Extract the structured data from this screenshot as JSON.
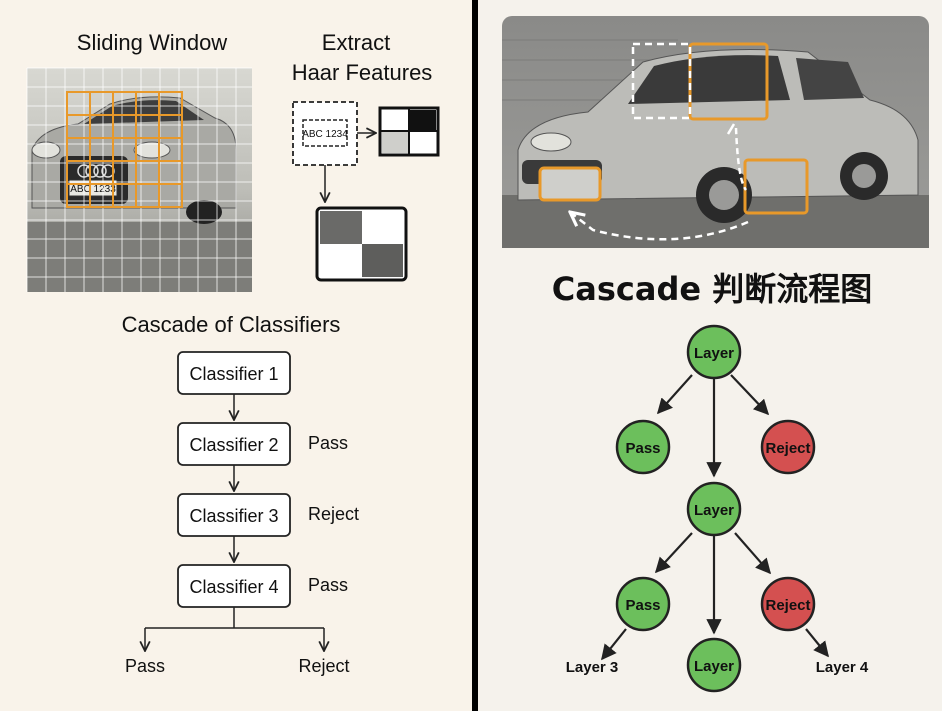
{
  "left": {
    "sliding_window_title": "Sliding Window",
    "extract_title_line1": "Extract",
    "extract_title_line2": "Haar Features",
    "plate_text": "ABC 1234",
    "photo_plate_text": "ABC 1233",
    "cascade_title": "Cascade of Classifiers",
    "classifiers": [
      "Classifier 1",
      "Classifier 2",
      "Classifier 3",
      "Classifier 4"
    ],
    "side_labels": [
      "Pass",
      "Reject",
      "Pass"
    ],
    "bottom_labels": [
      "Pass",
      "Reject"
    ]
  },
  "right": {
    "title": "Cascade 判断流程图",
    "nodes": {
      "top_layer": "Layer",
      "pass_1": "Pass",
      "reject_1": "Reject",
      "mid_layer": "Layer",
      "pass_2": "Pass",
      "reject_2": "Reject",
      "bottom_layer": "Layer"
    },
    "leaf_labels": {
      "left": "Layer 3",
      "right": "Layer 4"
    }
  },
  "colors": {
    "accent_orange": "#e8992a",
    "node_green": "#6cbf5c",
    "node_red": "#d45050",
    "left_bg": "#f9f3ea",
    "right_bg": "#f5f2ec"
  }
}
